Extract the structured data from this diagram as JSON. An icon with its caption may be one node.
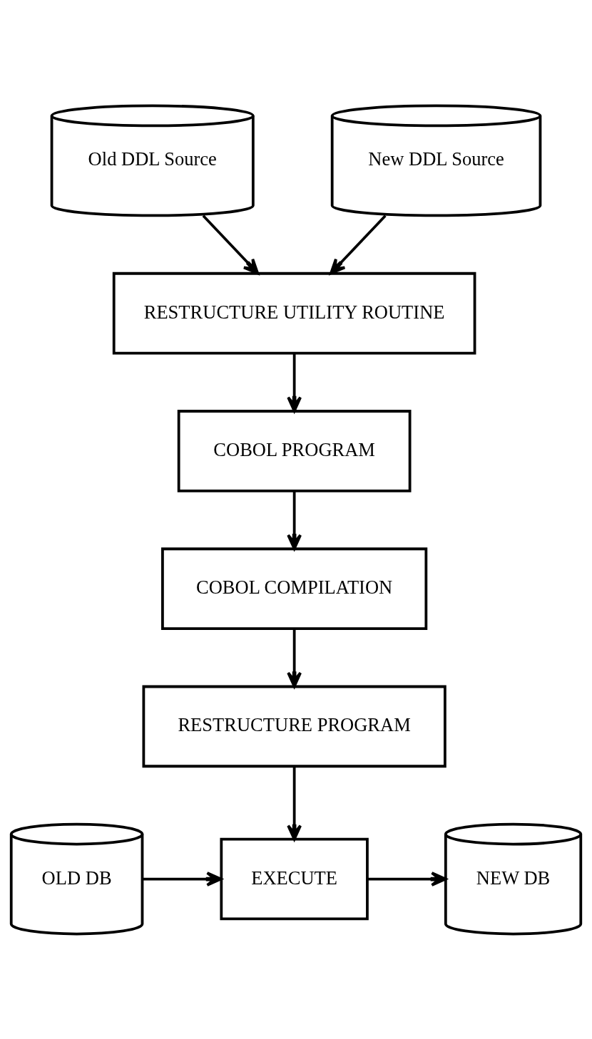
{
  "diagram": {
    "nodes": [
      {
        "text": [
          "Old DDL Source"
        ]
      },
      {
        "text": [
          "New DDL Source"
        ]
      },
      {
        "text": [
          "RESTRUCTURE UTILITY ROUTINE"
        ]
      },
      {
        "text": [
          "COBOL PROGRAM"
        ]
      },
      {
        "text": [
          "COBOL COMPILATION"
        ]
      },
      {
        "text": [
          "RESTRUCTURE PROGRAM"
        ]
      },
      {
        "text": [
          "OLD DB"
        ]
      },
      {
        "text": [
          "EXECUTE"
        ]
      },
      {
        "text": [
          "NEW DB"
        ]
      }
    ],
    "edges": [
      {
        "from": 0,
        "to": 2,
        "arrow": "to"
      },
      {
        "from": 1,
        "to": 2,
        "arrow": "to"
      },
      {
        "from": 2,
        "to": 3,
        "arrow": "to"
      },
      {
        "from": 3,
        "to": 4,
        "arrow": "to"
      },
      {
        "from": 4,
        "to": 5,
        "arrow": "to"
      },
      {
        "from": 5,
        "to": 7,
        "arrow": "to"
      },
      {
        "from": 6,
        "to": 7,
        "arrow": "to"
      },
      {
        "from": 7,
        "to": 8,
        "arrow": "to"
      }
    ]
  }
}
